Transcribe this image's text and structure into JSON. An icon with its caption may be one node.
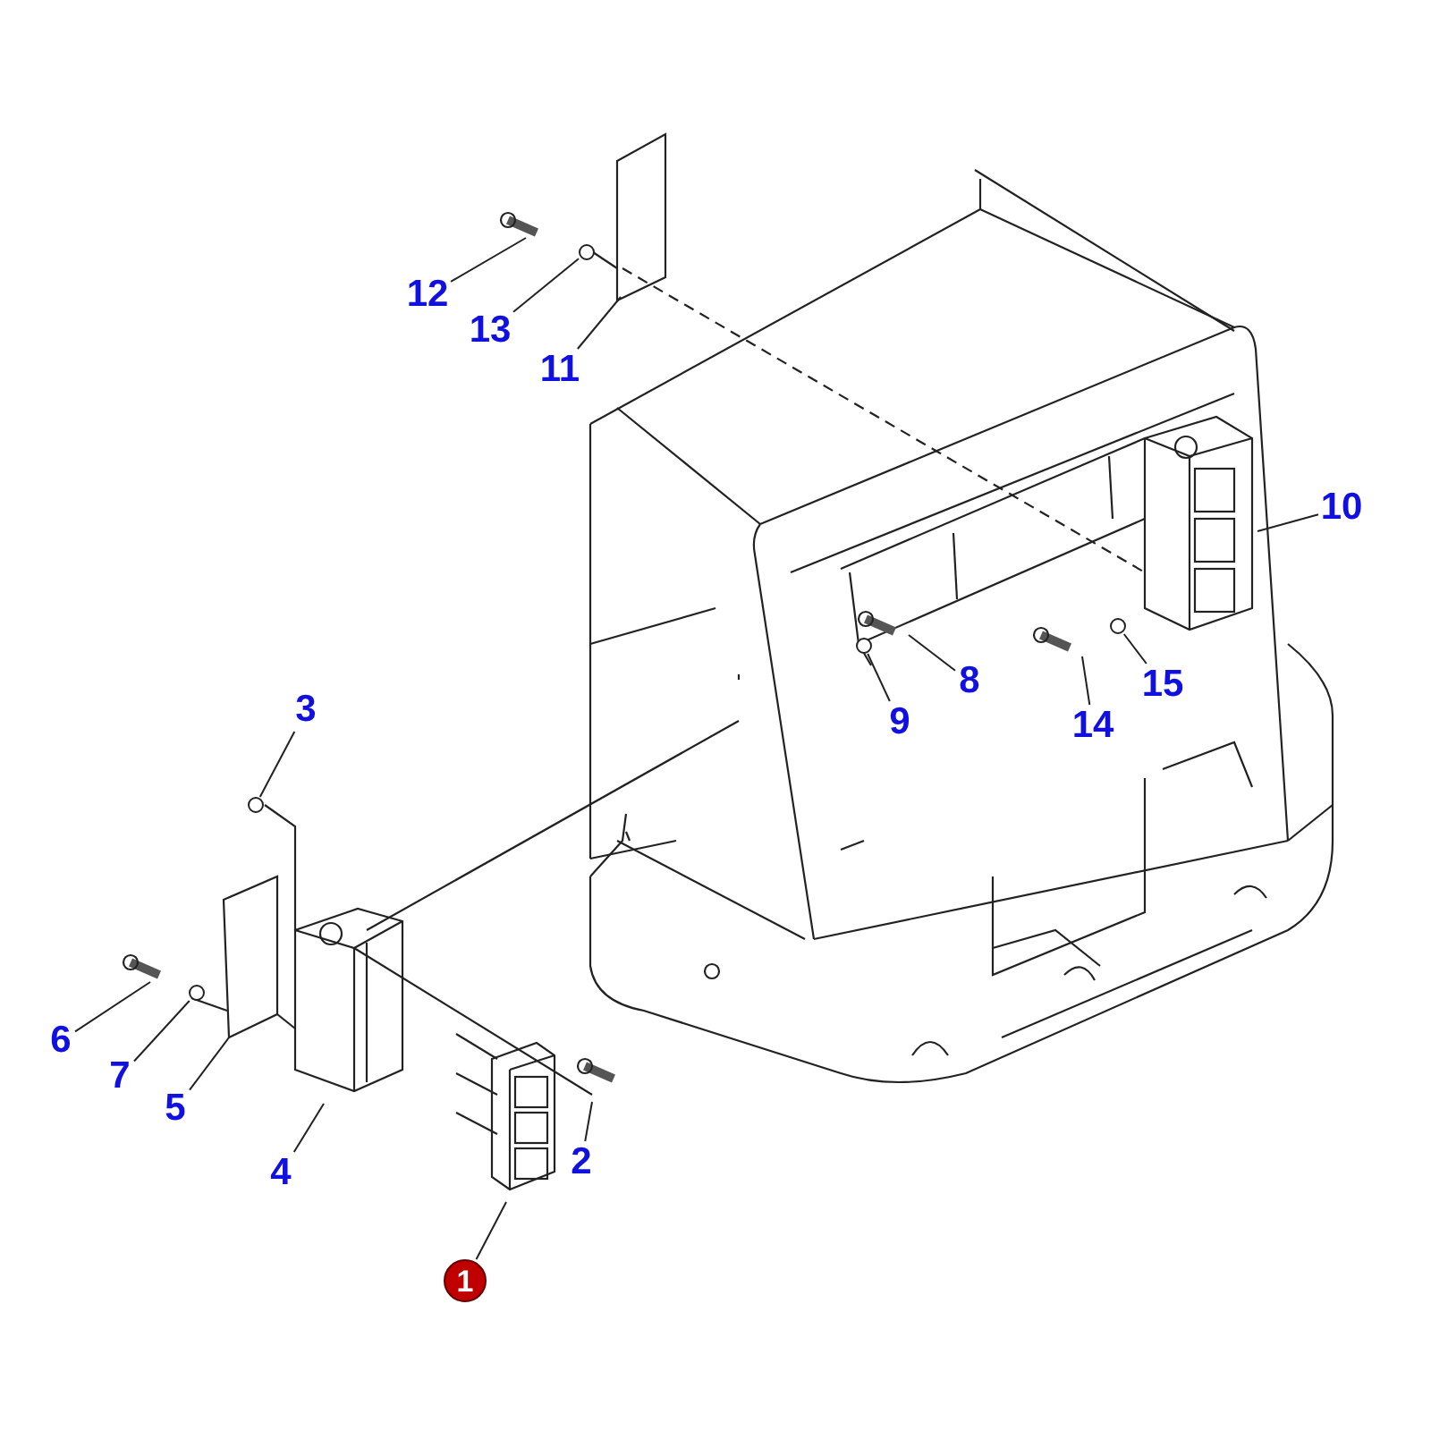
{
  "diagram": {
    "nodes": [
      {
        "text": [
          "1"
        ]
      },
      {
        "text": [
          "2"
        ]
      },
      {
        "text": [
          "3"
        ]
      },
      {
        "text": [
          "4"
        ]
      },
      {
        "text": [
          "5"
        ]
      },
      {
        "text": [
          "6"
        ]
      },
      {
        "text": [
          "7"
        ]
      },
      {
        "text": [
          "8"
        ]
      },
      {
        "text": [
          "9"
        ]
      },
      {
        "text": [
          "10"
        ]
      },
      {
        "text": [
          "11"
        ]
      },
      {
        "text": [
          "12"
        ]
      },
      {
        "text": [
          "13"
        ]
      },
      {
        "text": [
          "14"
        ]
      },
      {
        "text": [
          "15"
        ]
      },
      {
        "text": [],
        "shape": "circle"
      },
      {
        "text": [],
        "shape": "circle"
      },
      {
        "text": [],
        "shape": "circle"
      },
      {
        "text": [],
        "shape": "circle"
      },
      {
        "text": [],
        "shape": "circle"
      }
    ],
    "edges": [
      {
        "from": 0,
        "to": null,
        "arrow": "none"
      },
      {
        "from": 1,
        "to": null,
        "arrow": "none"
      },
      {
        "from": 2,
        "to": 15,
        "arrow": "none"
      },
      {
        "from": 3,
        "to": null,
        "arrow": "none"
      },
      {
        "from": 4,
        "to": null,
        "arrow": "none"
      },
      {
        "from": 5,
        "to": null,
        "arrow": "none"
      },
      {
        "from": 6,
        "to": 16,
        "arrow": "none"
      },
      {
        "from": 7,
        "to": null,
        "arrow": "none"
      },
      {
        "from": 8,
        "to": 17,
        "arrow": "none"
      },
      {
        "from": 9,
        "to": null,
        "arrow": "none"
      },
      {
        "from": 10,
        "to": null,
        "arrow": "none"
      },
      {
        "from": 11,
        "to": null,
        "arrow": "none"
      },
      {
        "from": 12,
        "to": 18,
        "arrow": "none"
      },
      {
        "from": 13,
        "to": null,
        "arrow": "none"
      },
      {
        "from": 14,
        "to": 19,
        "arrow": "none"
      }
    ]
  }
}
